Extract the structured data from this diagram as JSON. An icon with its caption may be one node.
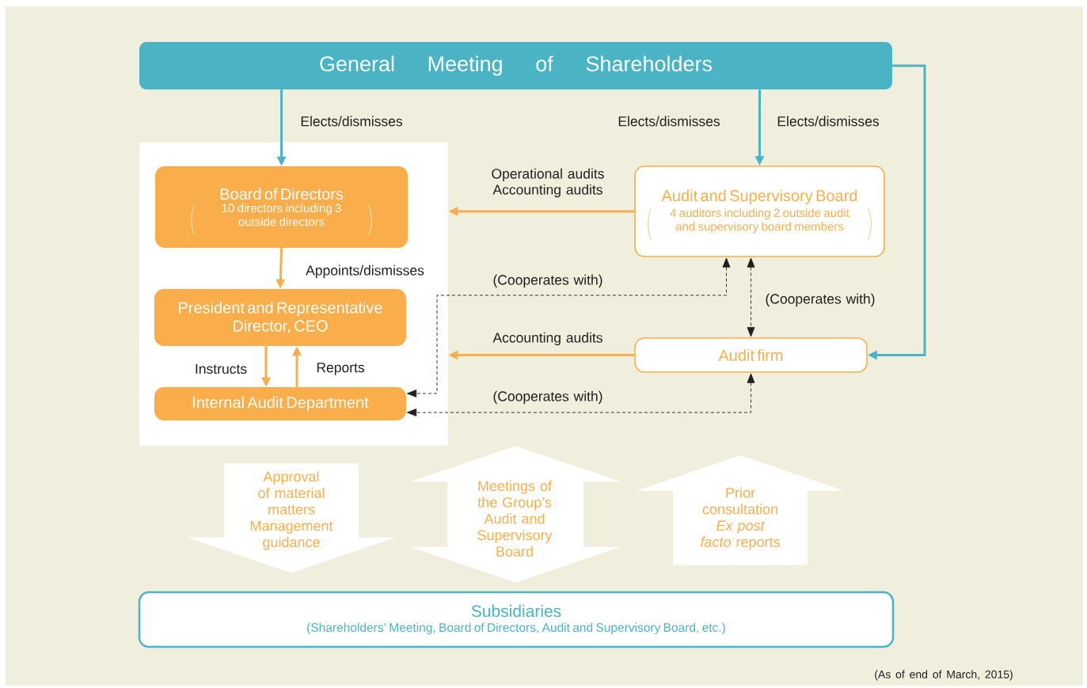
{
  "diagram": {
    "nodes": [
      {
        "text": [
          "General Meeting of Shareholders"
        ]
      },
      {
        "text": [],
        "shape": "box"
      },
      {
        "text": [
          "Board of Directors",
          "10 directors including 3 outside directors"
        ],
        "in": 1
      },
      {
        "text": [
          "President and Representative Director, CEO"
        ],
        "in": 1
      },
      {
        "text": [
          "Internal Audit Department"
        ],
        "in": 1
      },
      {
        "text": [
          "Audit and Supervisory Board",
          "4 auditors including 2 outside audit and supervisory board members"
        ]
      },
      {
        "text": [
          "Audit firm"
        ]
      },
      {
        "text": [
          "Subsidiaries",
          "(Shareholders’ Meeting, Board of Directors, Audit and Supervisory Board, etc.)"
        ]
      }
    ],
    "edges": [
      {
        "from": 0,
        "to": 2,
        "arrow": "to",
        "label": "Elects/dismisses",
        "color": "#4ab3c4"
      },
      {
        "from": 0,
        "to": 5,
        "arrow": "to",
        "label": "Elects/dismisses",
        "color": "#4ab3c4"
      },
      {
        "from": 0,
        "to": 6,
        "arrow": "to",
        "label": "Elects/dismisses",
        "color": "#4ab3c4"
      },
      {
        "from": 2,
        "to": 3,
        "arrow": "to",
        "label": "Appoints/dismisses"
      },
      {
        "from": 3,
        "to": 4,
        "arrow": "to",
        "label": "Instructs"
      },
      {
        "from": 4,
        "to": 3,
        "arrow": "to",
        "label": "Reports"
      },
      {
        "from": 5,
        "to": 1,
        "arrow": "to",
        "label": "Operational audits Accounting audits"
      },
      {
        "from": 6,
        "to": 1,
        "arrow": "to",
        "label": "Accounting audits"
      },
      {
        "from": 5,
        "to": 4,
        "arrow": "both",
        "label": "(Cooperates with)",
        "style": "dashed",
        "color": "#231f20"
      },
      {
        "from": 5,
        "to": 6,
        "arrow": "both",
        "label": "(Cooperates with)",
        "style": "dashed",
        "color": "#231f20"
      },
      {
        "from": 6,
        "to": 4,
        "arrow": "both",
        "label": "(Cooperates with)",
        "style": "dashed",
        "color": "#231f20"
      },
      {
        "from": 1,
        "to": 7,
        "arrow": "to",
        "label": "Approval of material matters Management guidance",
        "color": "#ffffff"
      },
      {
        "from": 1,
        "to": 7,
        "arrow": "both",
        "label": "Meetings of the Group’s Audit and Supervisory Board",
        "color": "#ffffff"
      },
      {
        "from": 7,
        "to": null,
        "arrow": "to",
        "label": "Prior consultation *Ex post facto* reports",
        "color": "#ffffff"
      }
    ],
    "labels": [
      "(As of end of March, 2015)"
    ]
  }
}
